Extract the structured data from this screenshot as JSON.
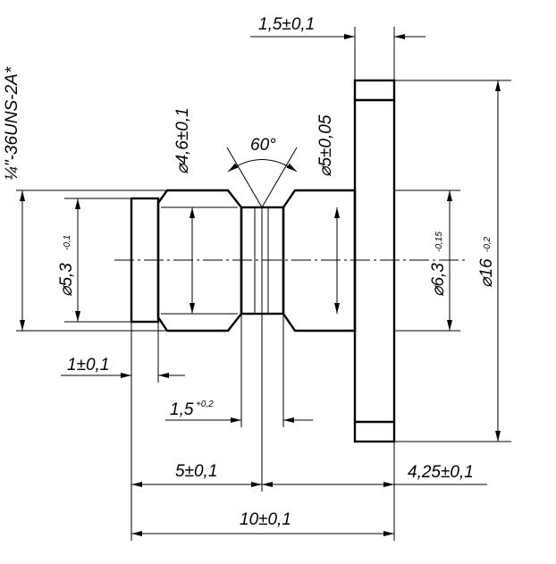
{
  "dimensions": {
    "flange_thickness": "1,5±0,1",
    "thread_spec": "¼\"-36UNS-2A*",
    "pilot_diameter": "⌀5,3",
    "pilot_tol": "-0,1",
    "thread_diameter": "⌀4,6±0,1",
    "groove_angle": "60°",
    "neck_diameter": "⌀5±0,05",
    "shoulder_diameter": "⌀6,3",
    "shoulder_tol": "-0,15",
    "flange_diameter": "⌀16",
    "flange_tol": "-0,2",
    "pilot_length": "1±0,1",
    "groove_width": "1,5",
    "groove_tol": "+0,2",
    "groove_position": "5±0,1",
    "flange_offset": "4,25±0,1",
    "total_length": "10±0,1"
  }
}
